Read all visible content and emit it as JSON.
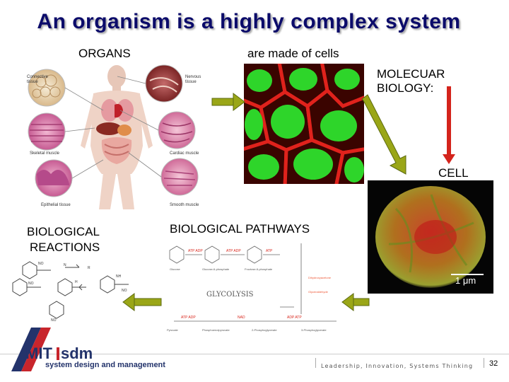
{
  "slide": {
    "title": "An organism is a highly complex system",
    "labels": {
      "organs": "ORGANS",
      "made_of_cells": "are made of cells",
      "molecular_line1": "MOLECUAR",
      "molecular_line2": "BIOLOGY:",
      "cell": "CELL",
      "reactions_line1": "BIOLOGICAL",
      "reactions_line2": "REACTIONS",
      "pathways": "BIOLOGICAL PATHWAYS"
    },
    "organ_figure": {
      "connective": [
        "Connective",
        "tissue"
      ],
      "nervous": [
        "Nervous",
        "tissue"
      ],
      "skeletal": "Skeletal muscle",
      "cardiac": "Cardiac muscle",
      "epithelial": "Epithelial tissue",
      "smooth": "Smooth muscle"
    },
    "cell_scale": "1 μm",
    "pathway_label": "GLYCOLYSIS"
  },
  "footer": {
    "logo_mit": "MIT",
    "logo_sdm": "sdm",
    "logo_sub": "system design and management",
    "tagline": "Leadership, Innovation, Systems Thinking",
    "page_number": "32"
  },
  "colors": {
    "title": "#0b0b6a",
    "arrow_green": "#9aa617",
    "arrow_red": "#d4241c",
    "logo_blue": "#23336b",
    "logo_red": "#c8252c"
  }
}
